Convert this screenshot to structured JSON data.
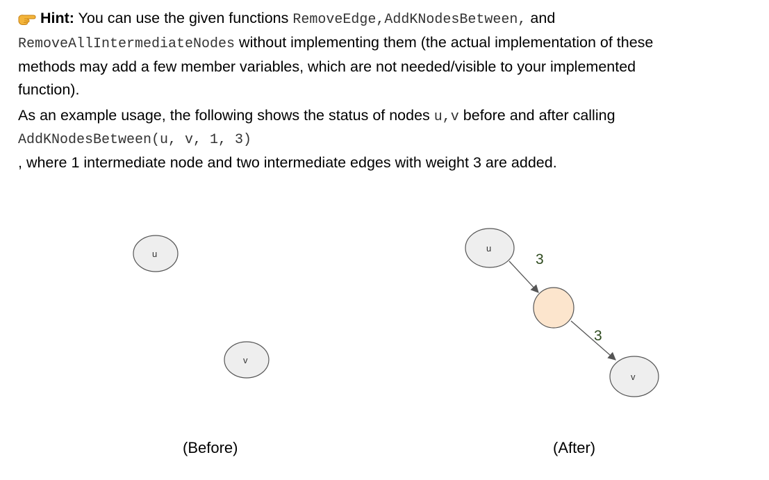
{
  "hint": {
    "icon": "pointing-hand-icon",
    "label": "Hint:",
    "line1_pre": "You can use the given functions",
    "fn_remove_edge": "RemoveEdge,",
    "fn_add_k": "AddKNodesBetween,",
    "line1_post": "and",
    "fn_remove_all": "RemoveAllIntermediateNodes",
    "line2_post": "without implementing them (the actual implementation of these",
    "line3": "methods may add a few member variables, which are not needed/visible to your implemented",
    "line4": "function)."
  },
  "example": {
    "line1_pre": "As an example usage, the following shows the status of nodes",
    "nodes_code": "u,v",
    "line1_post": "before and after calling",
    "call_code": "AddKNodesBetween(u, v, 1, 3)",
    "line3": ", where 1 intermediate node and two intermediate edges with weight 3 are added."
  },
  "before": {
    "caption": "(Before)",
    "node_u": "u",
    "node_v": "v"
  },
  "after": {
    "caption": "(After)",
    "node_u": "u",
    "node_v": "v",
    "weight1": "3",
    "weight2": "3"
  },
  "colors": {
    "node_fill": "#eeeeee",
    "node_stroke": "#555555",
    "intermediate_fill": "#fce5cd",
    "edge": "#555555",
    "weight": "#2e4a1e"
  }
}
